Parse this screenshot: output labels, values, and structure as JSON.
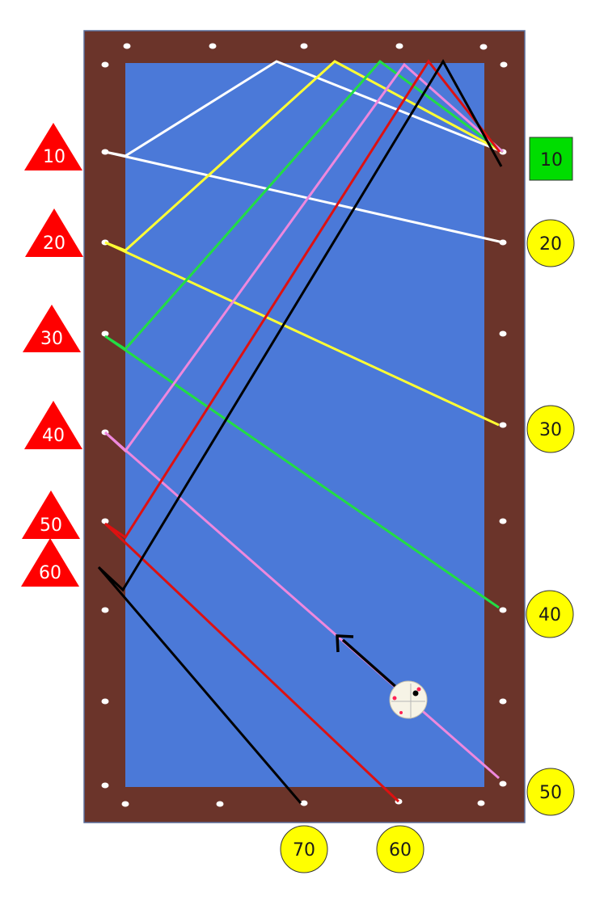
{
  "colors": {
    "rail": "#6b342a",
    "cloth": "#4b79d8",
    "rail_border": "#5a6e9c",
    "diamond": "#ffffff",
    "triangle": "#ff0000",
    "triangle_text": "#ffffff",
    "circle": "#ffff00",
    "square": "#00dd00",
    "marker_text": "#1a1a1a"
  },
  "left_markers": [
    "10",
    "20",
    "30",
    "40",
    "50",
    "60"
  ],
  "right_markers": [
    "10",
    "20",
    "30",
    "40",
    "50"
  ],
  "bottom_markers": [
    "70",
    "60"
  ],
  "paths": [
    {
      "color": "#ffffff",
      "label": "10"
    },
    {
      "color": "#ffff33",
      "label": "20"
    },
    {
      "color": "#22dd44",
      "label": "30"
    },
    {
      "color": "#ee88dd",
      "label": "40"
    },
    {
      "color": "#dd1111",
      "label": "50"
    },
    {
      "color": "#000000",
      "label": "60"
    }
  ],
  "cue_ball": {
    "color": "#f6f3e6",
    "dot_color": "#ff2255"
  }
}
